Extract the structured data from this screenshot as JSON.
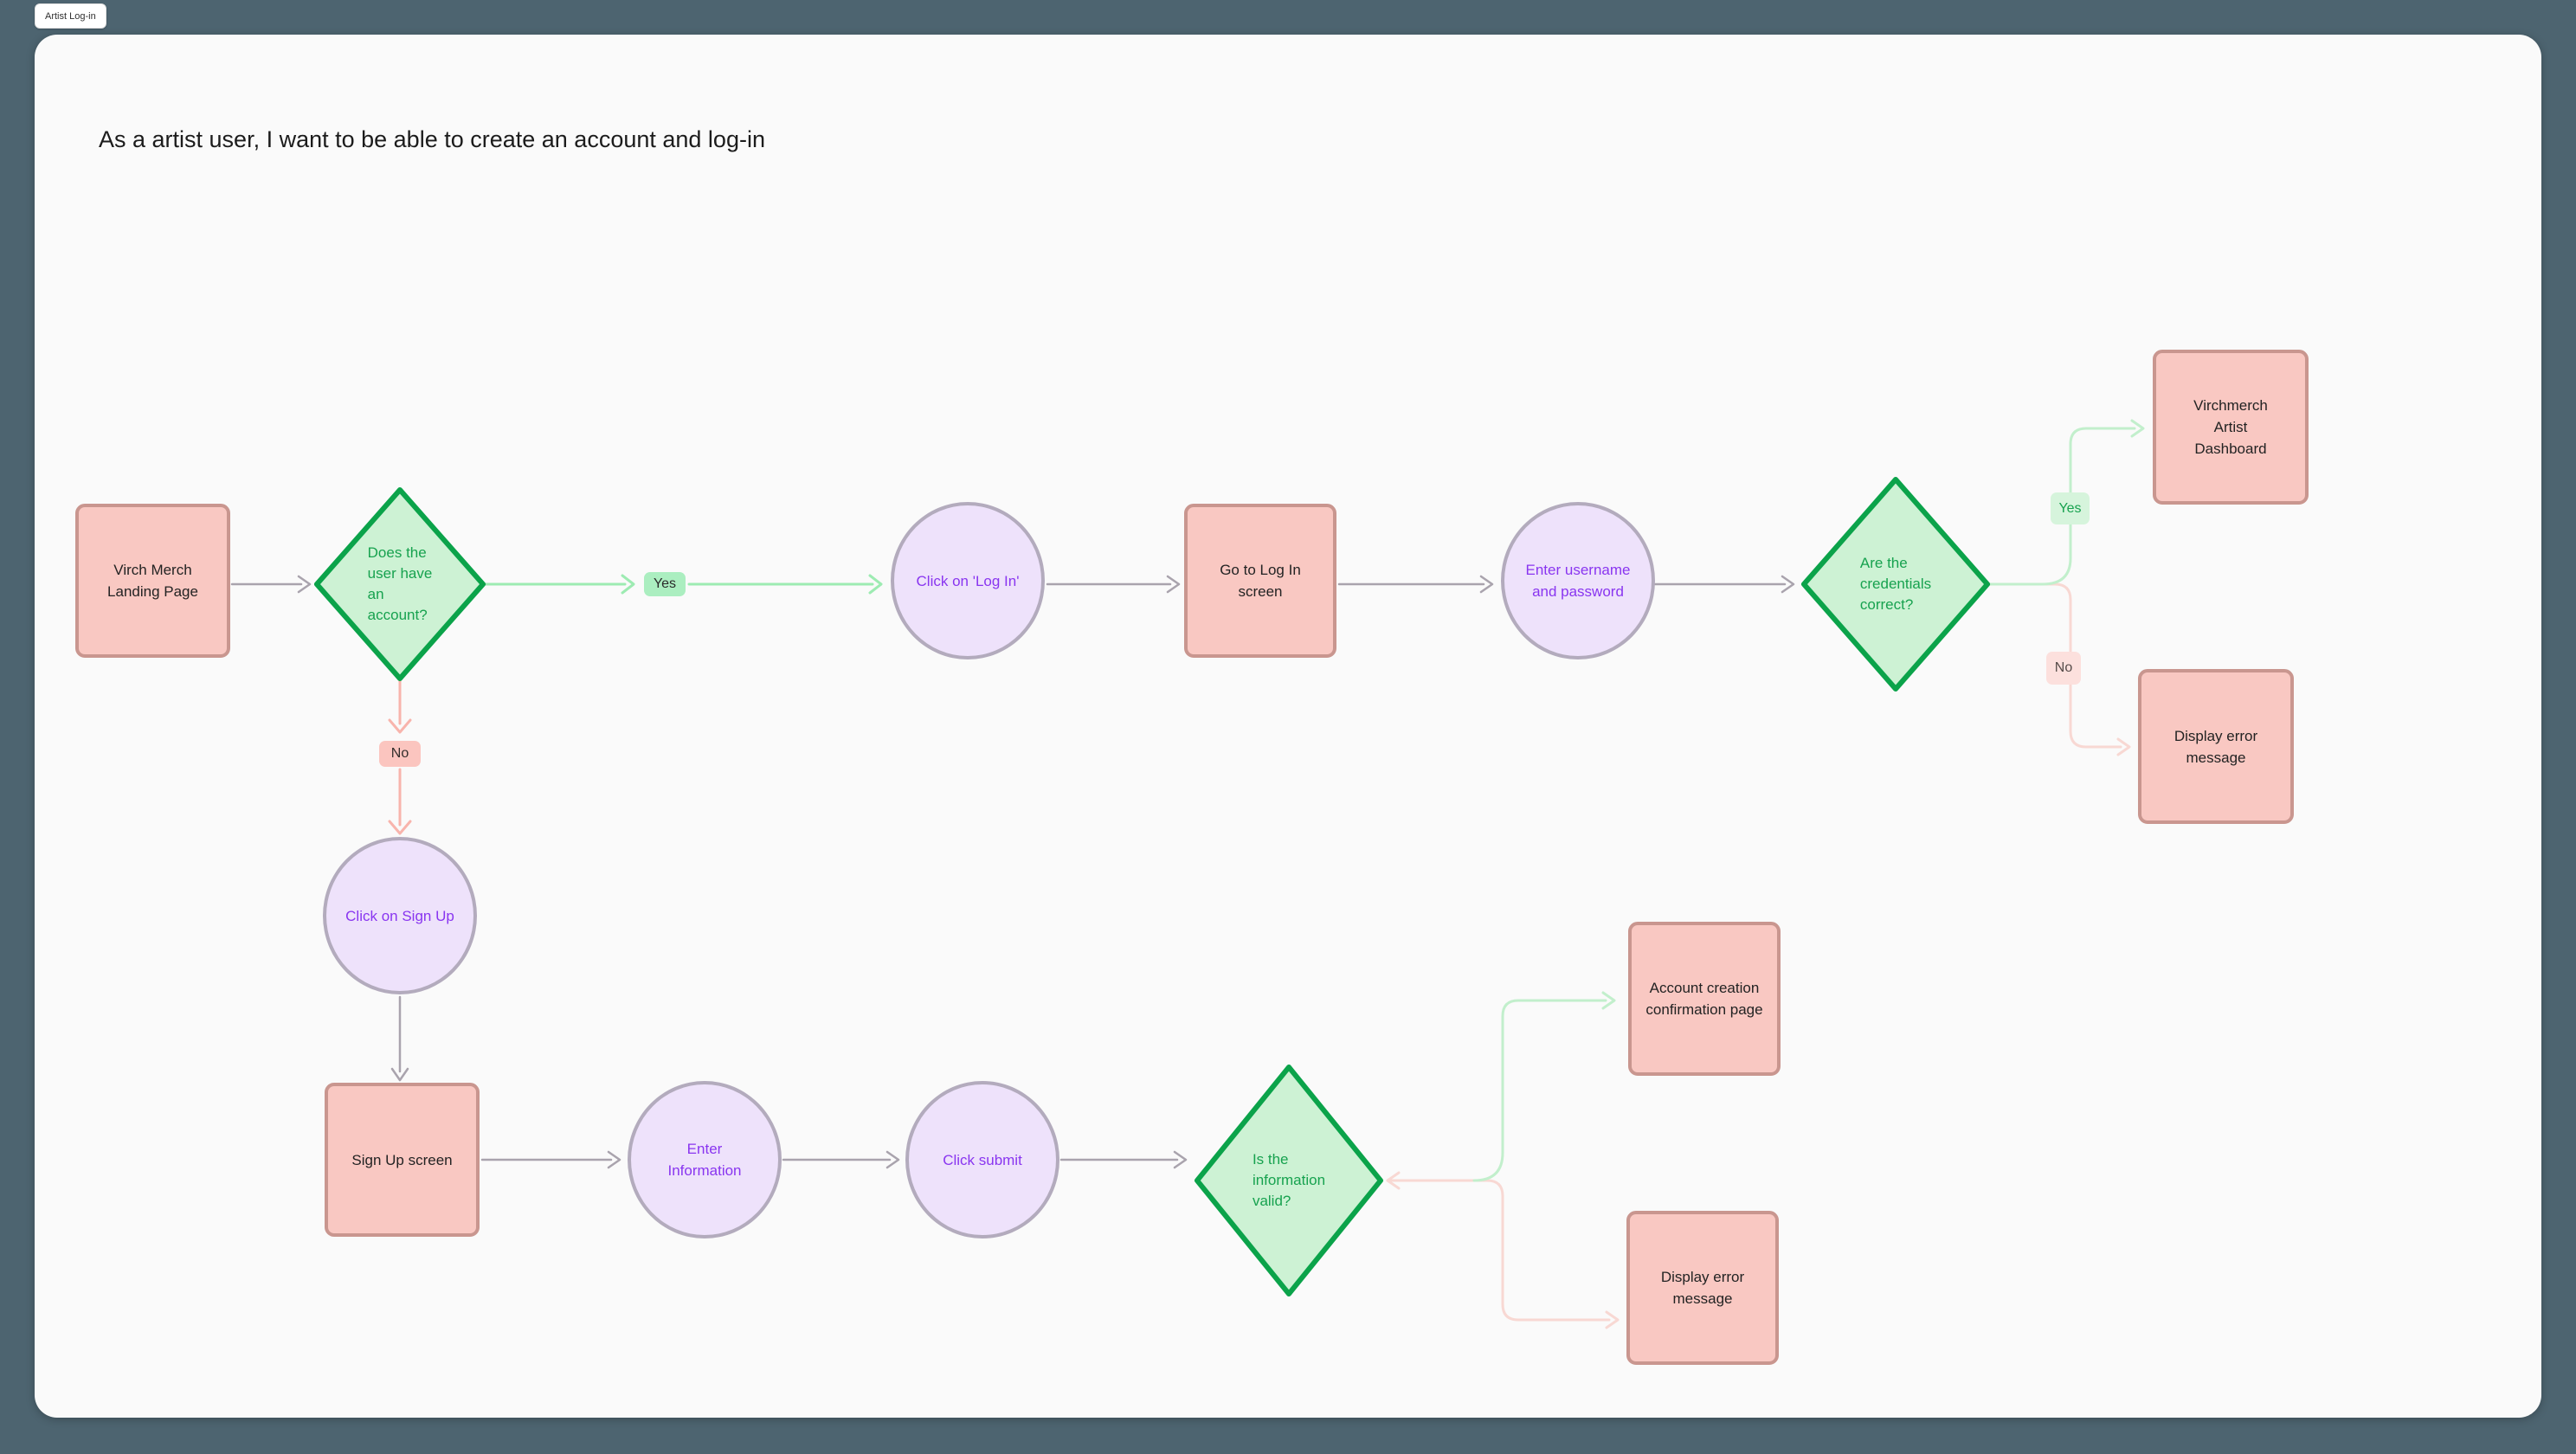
{
  "page": {
    "tab": "Artist Log-in",
    "title": "As a artist user, I want to be able to create an account and log-in"
  },
  "colors": {
    "outer_background": "#4d6470",
    "canvas_background": "#fafafa",
    "box_fill": "#f9c8c2",
    "box_border": "#c9968f",
    "circle_fill": "#eee2fb",
    "circle_border": "#b3abbd",
    "circle_text": "#8935f0",
    "diamond_fill": "#cdf2d4",
    "diamond_border": "#0ba34a",
    "diamond_text": "#17a24f",
    "connector_gray": "#a9a3ad",
    "connector_green": "#9debb2",
    "connector_light_green": "#c2efcc",
    "connector_salmon": "#f8b4ac",
    "connector_pale_pink": "#f8d8d3"
  },
  "diagram": {
    "nodes": {
      "landing": {
        "label": "Virch Merch\nLanding Page"
      },
      "has_account": {
        "label": "Does the\nuser have\nan\naccount?"
      },
      "click_login": {
        "label": "Click on 'Log In'"
      },
      "login_screen": {
        "label": "Go to Log In\nscreen"
      },
      "enter_credentials": {
        "label": "Enter username\nand password"
      },
      "credentials_correct": {
        "label": "Are the\ncredentials\ncorrect?"
      },
      "dashboard": {
        "label": "Virchmerch\nArtist\nDashboard"
      },
      "error_login": {
        "label": "Display error\nmessage"
      },
      "click_signup": {
        "label": "Click on Sign Up"
      },
      "signup_screen": {
        "label": "Sign Up screen"
      },
      "enter_information": {
        "label": "Enter\nInformation"
      },
      "click_submit": {
        "label": "Click submit"
      },
      "info_valid": {
        "label": "Is the\ninformation\nvalid?"
      },
      "confirmation": {
        "label": "Account creation\nconfirmation page"
      },
      "error_signup": {
        "label": "Display error\nmessage"
      }
    },
    "edge_labels": {
      "yes1": "Yes",
      "no1": "No",
      "yes2": "Yes",
      "no2": "No"
    }
  }
}
